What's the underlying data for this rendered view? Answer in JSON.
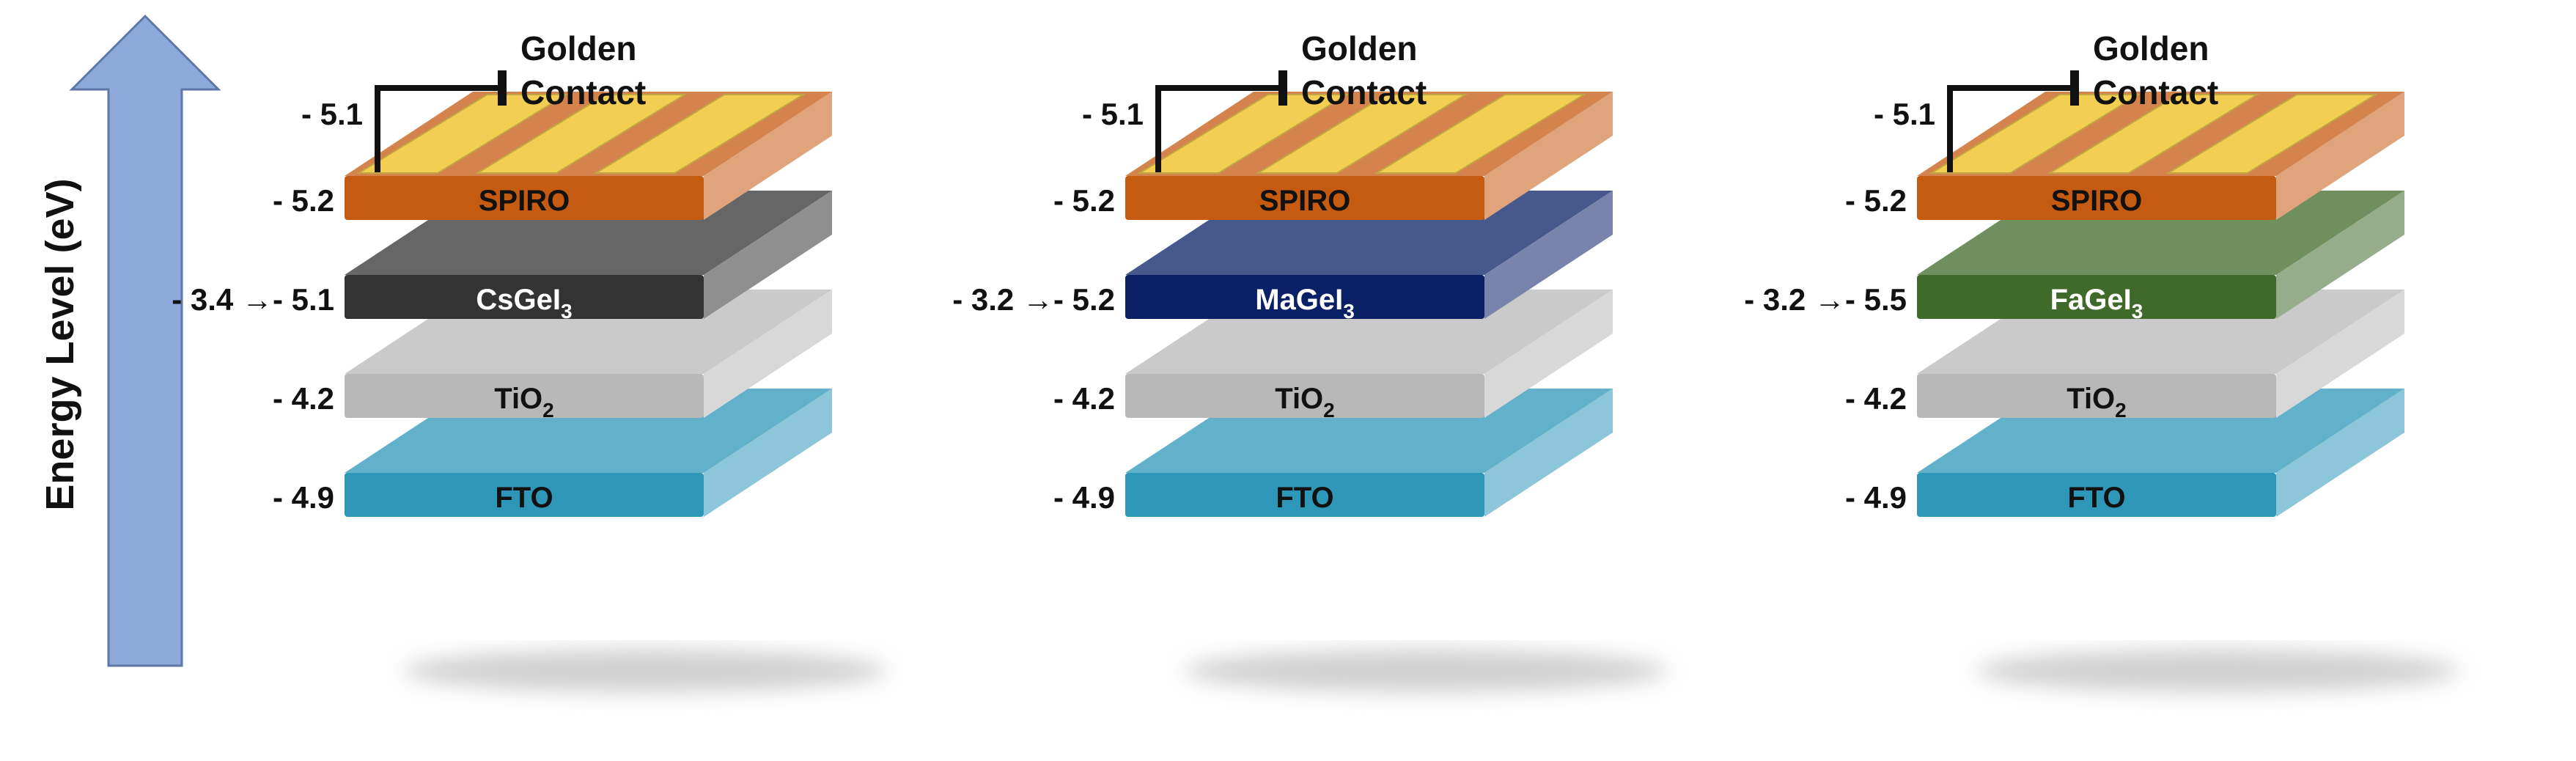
{
  "axis_label": "Energy Level (eV)",
  "colors": {
    "arrow": "#8ea9db",
    "gold": "#f2cf52",
    "spiro": "#c55a11",
    "cs": "#333333",
    "ma": "#0a2066",
    "fa": "#3f6a2a",
    "tio2": "#b8b8b8",
    "fto": "#2e97b8"
  },
  "devices": [
    {
      "contact": [
        "Golden",
        "Contact"
      ],
      "contact_level": "- 5.1",
      "layers": [
        {
          "name": "SPIRO",
          "level": "- 5.2",
          "color": "spiro"
        },
        {
          "name": "CsGeI",
          "sub": "3",
          "level": "- 3.4 →- 5.1",
          "color": "cs"
        },
        {
          "name": "TiO",
          "sub": "2",
          "level": "- 4.2",
          "color": "tio2"
        },
        {
          "name": "FTO",
          "level": "- 4.9",
          "color": "fto"
        }
      ]
    },
    {
      "contact": [
        "Golden",
        "Contact"
      ],
      "contact_level": "- 5.1",
      "layers": [
        {
          "name": "SPIRO",
          "level": "- 5.2",
          "color": "spiro"
        },
        {
          "name": "MaGeI",
          "sub": "3",
          "level": "- 3.2 →- 5.2",
          "color": "ma"
        },
        {
          "name": "TiO",
          "sub": "2",
          "level": "- 4.2",
          "color": "tio2"
        },
        {
          "name": "FTO",
          "level": "- 4.9",
          "color": "fto"
        }
      ]
    },
    {
      "contact": [
        "Golden",
        "Contact"
      ],
      "contact_level": "- 5.1",
      "layers": [
        {
          "name": "SPIRO",
          "level": "- 5.2",
          "color": "spiro"
        },
        {
          "name": "FaGeI",
          "sub": "3",
          "level": "- 3.2 →- 5.5",
          "color": "fa"
        },
        {
          "name": "TiO",
          "sub": "2",
          "level": "- 4.2",
          "color": "tio2"
        },
        {
          "name": "FTO",
          "level": "- 4.9",
          "color": "fto"
        }
      ]
    }
  ]
}
